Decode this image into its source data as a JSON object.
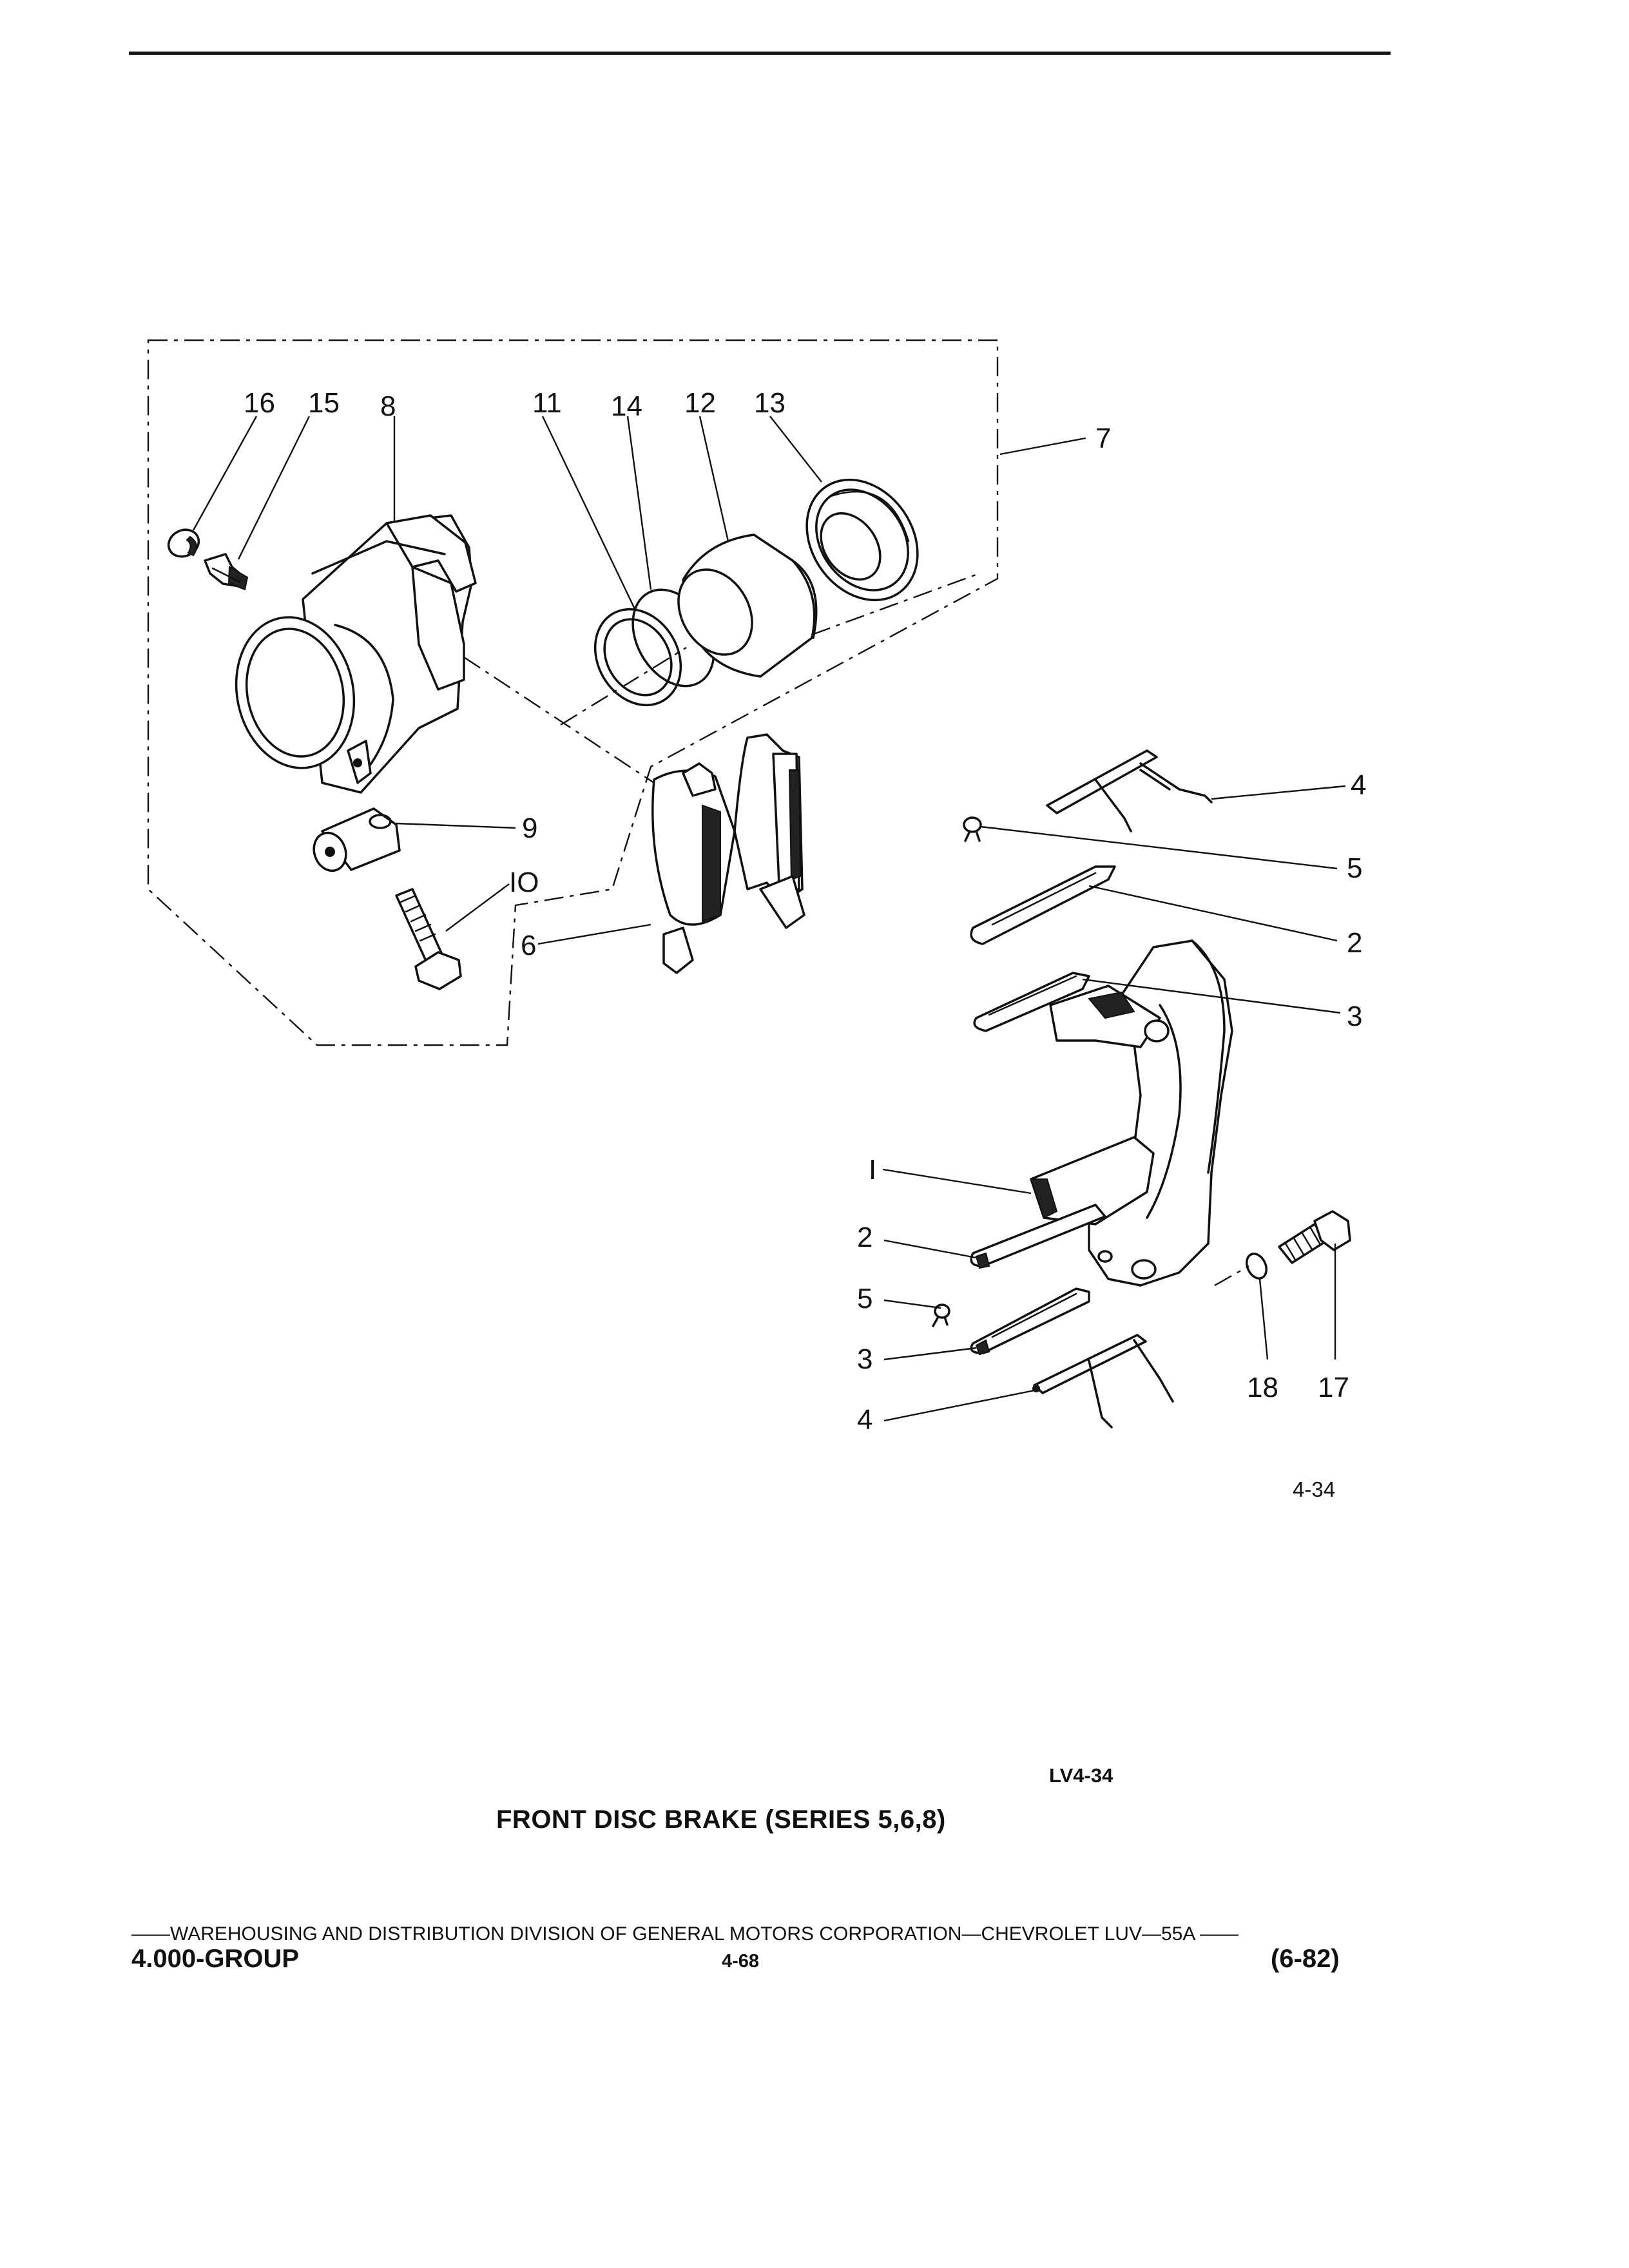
{
  "figure": {
    "code": "LV4-34",
    "small_ref": "4-34",
    "caption": "FRONT DISC BRAKE (SERIES 5,6,8)"
  },
  "callouts": [
    {
      "id": "c16",
      "text": "16"
    },
    {
      "id": "c15",
      "text": "15"
    },
    {
      "id": "c8",
      "text": "8"
    },
    {
      "id": "c11",
      "text": "11"
    },
    {
      "id": "c14",
      "text": "14"
    },
    {
      "id": "c12",
      "text": "12"
    },
    {
      "id": "c13",
      "text": "13"
    },
    {
      "id": "c7",
      "text": "7"
    },
    {
      "id": "c9",
      "text": "9"
    },
    {
      "id": "c10",
      "text": "IO"
    },
    {
      "id": "c6",
      "text": "6"
    },
    {
      "id": "c4a",
      "text": "4"
    },
    {
      "id": "c5a",
      "text": "5"
    },
    {
      "id": "c2a",
      "text": "2"
    },
    {
      "id": "c3a",
      "text": "3"
    },
    {
      "id": "c1",
      "text": "I"
    },
    {
      "id": "c2b",
      "text": "2"
    },
    {
      "id": "c5b",
      "text": "5"
    },
    {
      "id": "c3b",
      "text": "3"
    },
    {
      "id": "c4b",
      "text": "4"
    },
    {
      "id": "c18",
      "text": "18"
    },
    {
      "id": "c17",
      "text": "17"
    }
  ],
  "footer": {
    "line": "——WAREHOUSING AND DISTRIBUTION DIVISION OF GENERAL MOTORS CORPORATION—CHEVROLET LUV—55A  ——",
    "group": "4.000-GROUP",
    "page": "4-68",
    "revision": "(6-82)"
  },
  "colors": {
    "ink": "#111111",
    "paper": "#ffffff"
  }
}
